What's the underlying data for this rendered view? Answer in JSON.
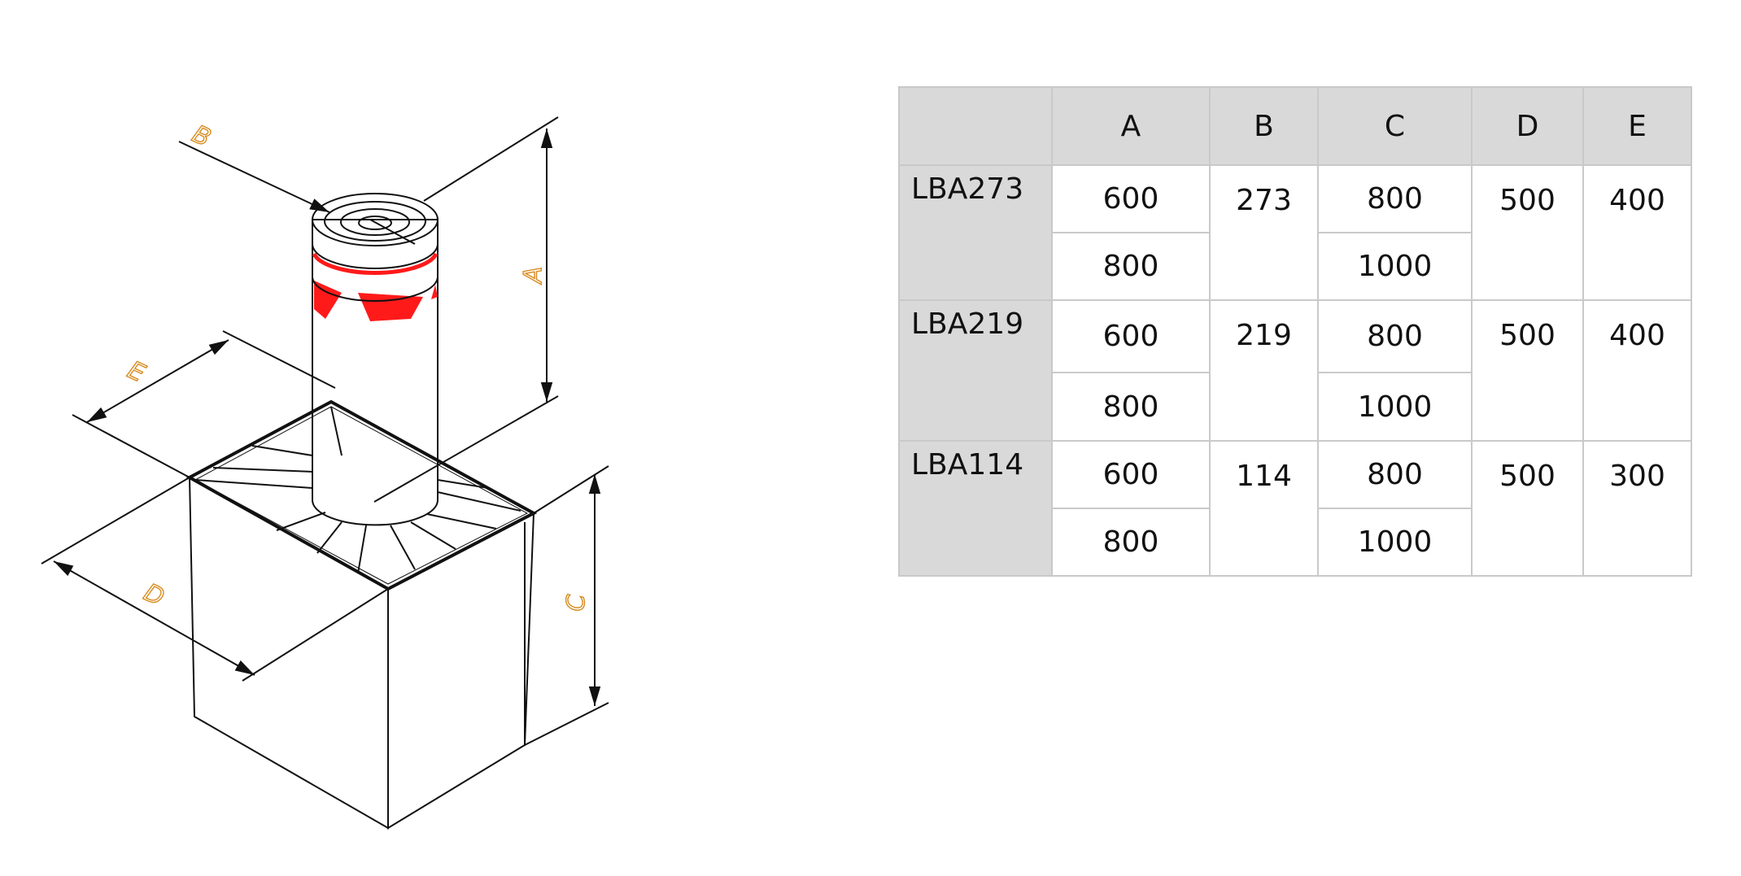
{
  "drawing": {
    "labels": {
      "A": "A",
      "B": "B",
      "C": "C",
      "D": "D",
      "E": "E"
    },
    "accent_color": "#ff1a1a"
  },
  "table": {
    "headers": [
      "",
      "A",
      "B",
      "C",
      "D",
      "E"
    ],
    "rows": [
      {
        "model": "LBA273",
        "A": [
          "600",
          "800"
        ],
        "B": "273",
        "C": [
          "800",
          "1000"
        ],
        "D": "500",
        "E": "400"
      },
      {
        "model": "LBA219",
        "A": [
          "600",
          "800"
        ],
        "B": "219",
        "C": [
          "800",
          "1000"
        ],
        "D": "500",
        "E": "400"
      },
      {
        "model": "LBA114",
        "A": [
          "600",
          "800"
        ],
        "B": "114",
        "C": [
          "800",
          "1000"
        ],
        "D": "500",
        "E": "300"
      }
    ]
  }
}
